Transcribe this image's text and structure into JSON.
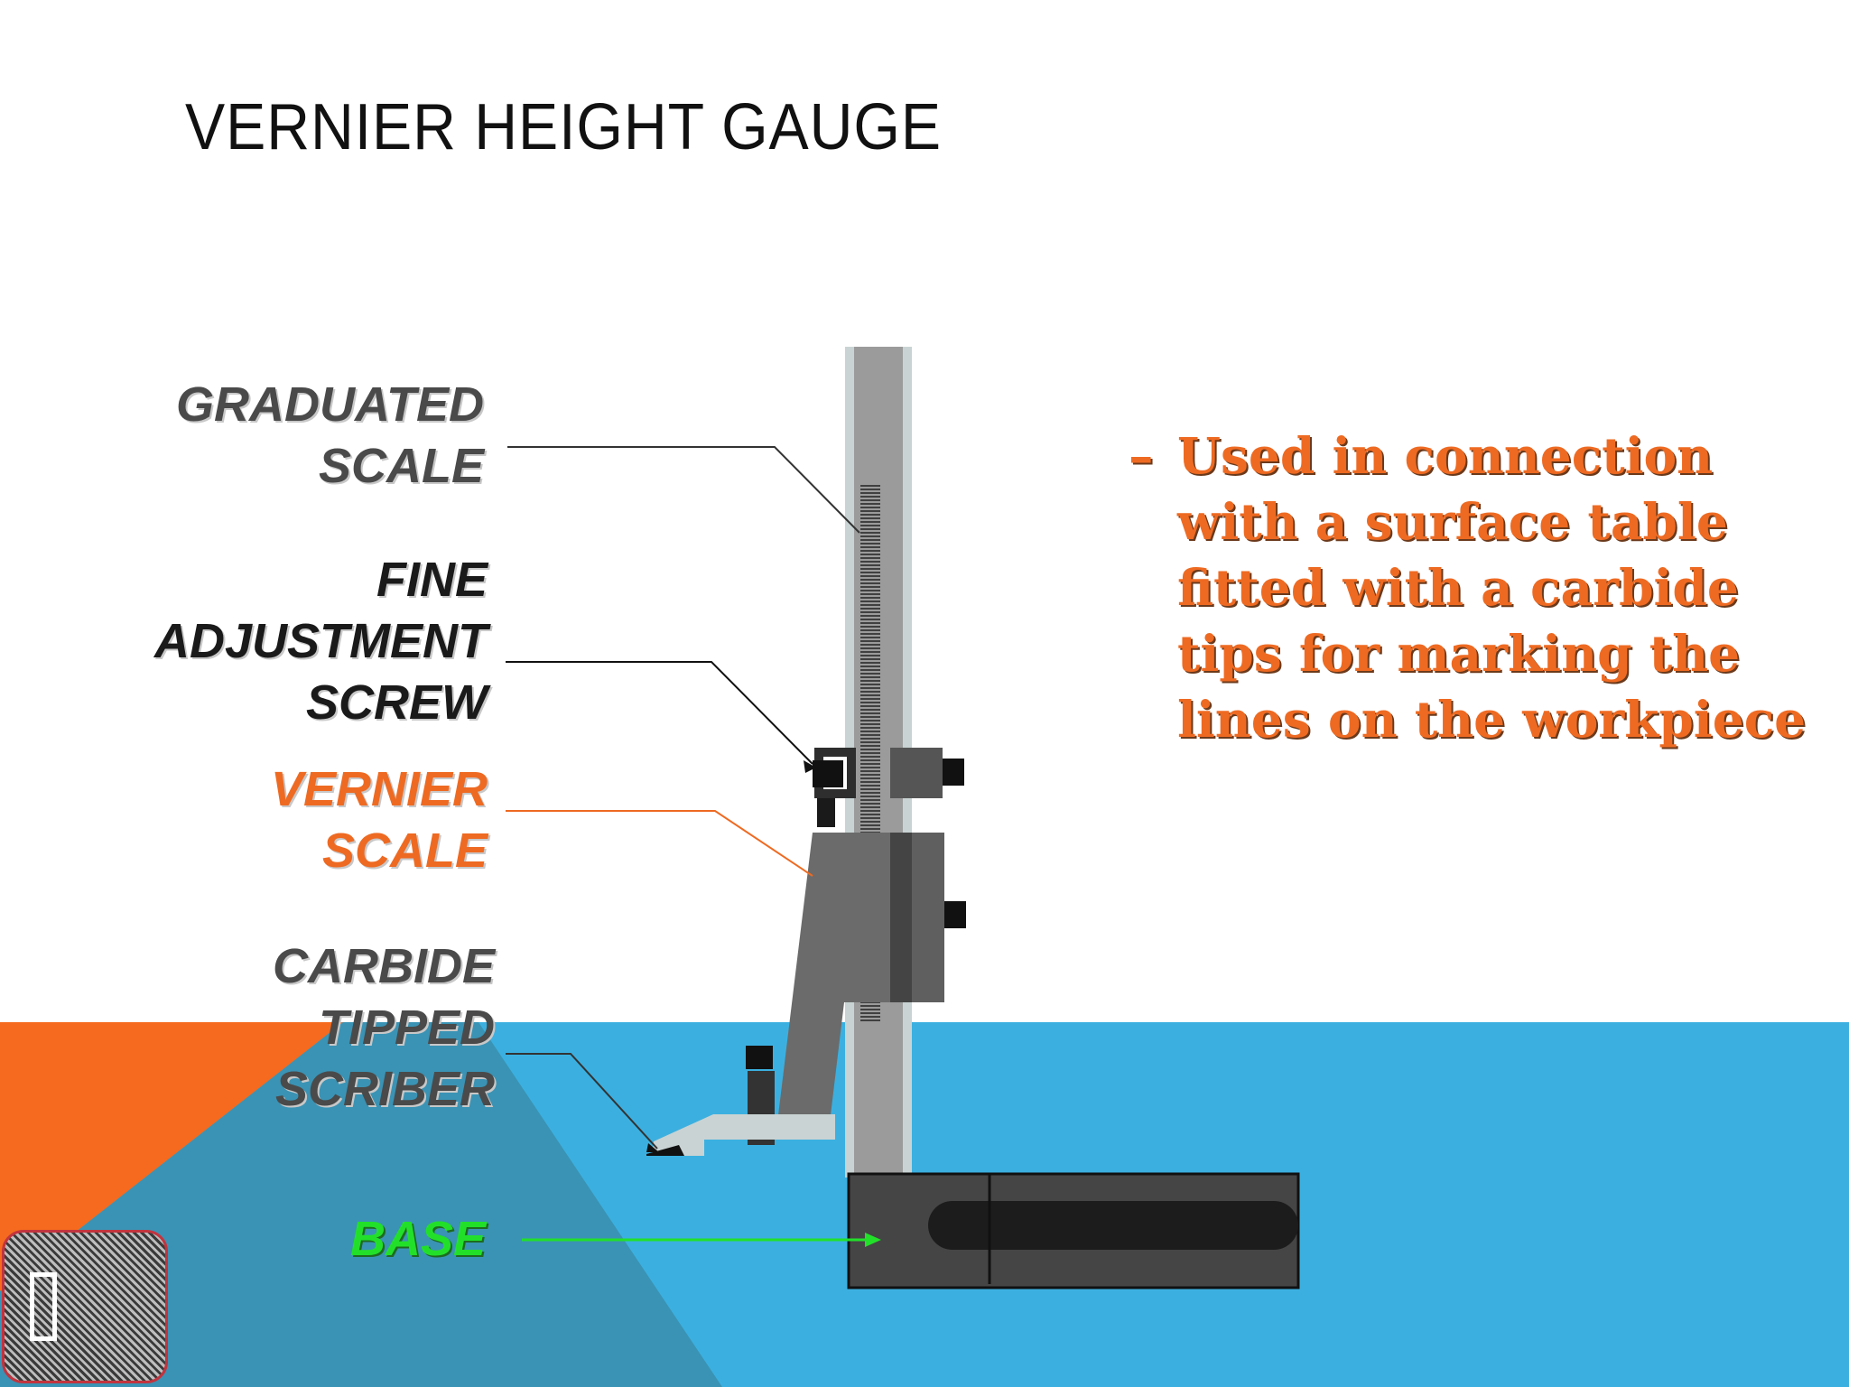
{
  "slide": {
    "title": "VERNIER HEIGHT GAUGE",
    "labels": {
      "graduated_scale": [
        "GRADUATED",
        "SCALE"
      ],
      "fine_adjustment_screw": [
        "FINE",
        "ADJUSTMENT",
        "SCREW"
      ],
      "vernier_scale": [
        "VERNIER",
        "SCALE"
      ],
      "carbide_tipped_scriber": [
        "CARBIDE",
        "TIPPED",
        "SCRIBER"
      ],
      "base": [
        "BASE"
      ]
    },
    "description": {
      "bullet": "–",
      "text": "Used in connection with a surface table fitted with a carbide tips for marking the lines on the workpiece"
    },
    "nav_icon": "slide-nav-icon"
  },
  "colors": {
    "label_gray": "#4a4a4a",
    "label_orange": "#ee6a22",
    "label_green": "#22e02a",
    "background_blue": "#3bb0e0",
    "background_orange": "#f56a1e",
    "background_teal": "#3a93b4"
  }
}
